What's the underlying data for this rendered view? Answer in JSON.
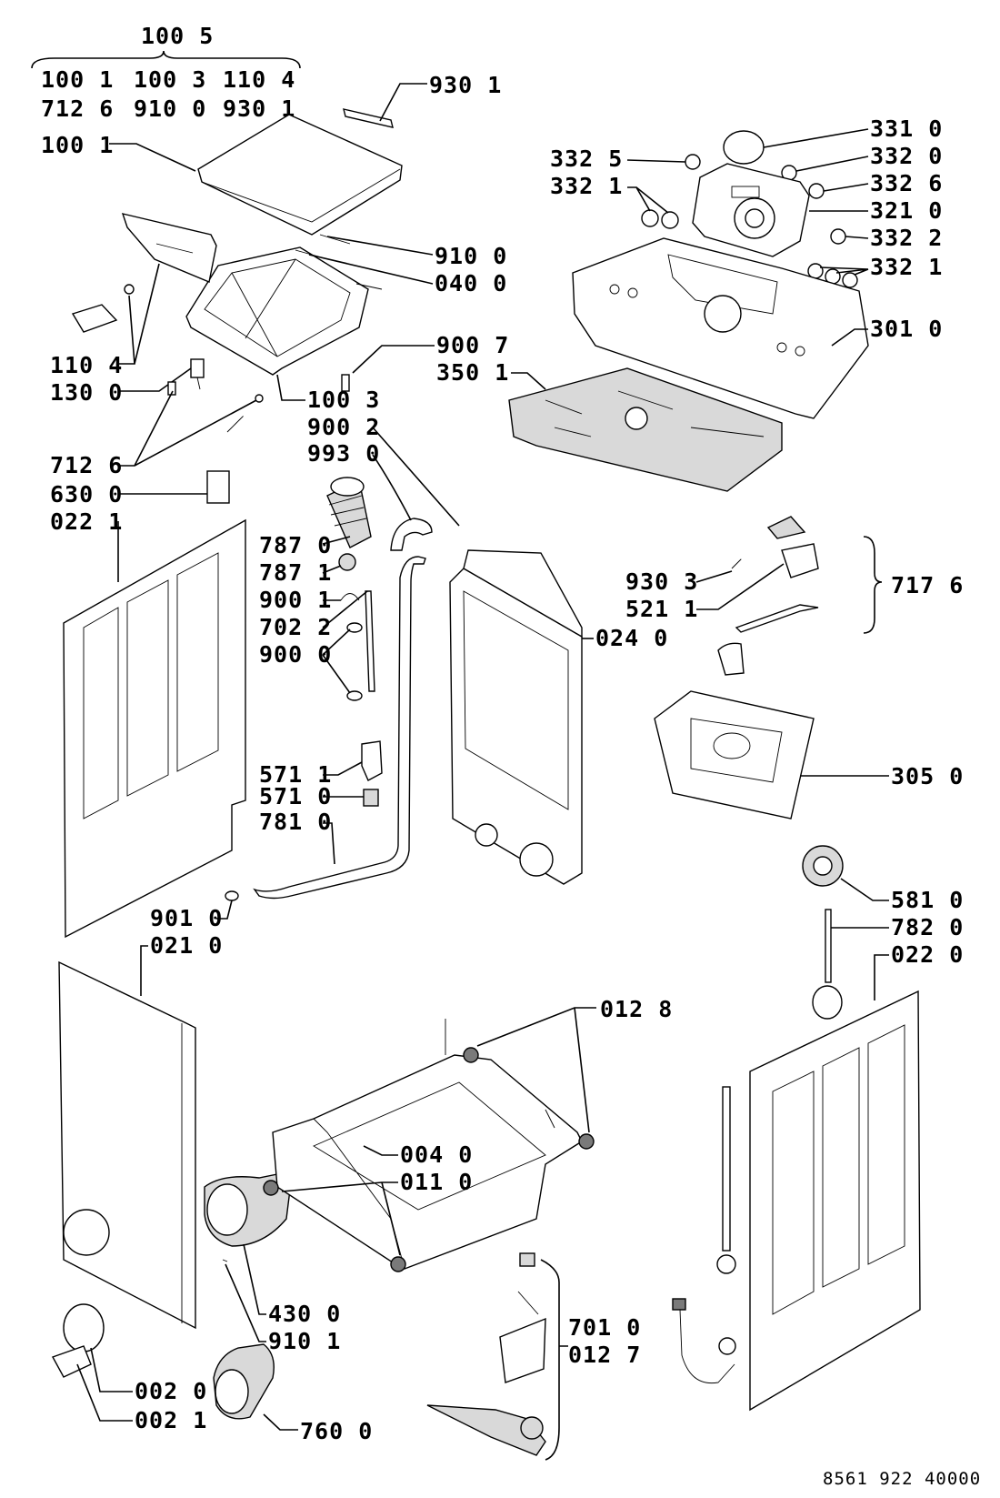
{
  "labels": {
    "top_group": "100 5",
    "group_row1_a": "100 1",
    "group_row1_b": "100 3",
    "group_row1_c": "110 4",
    "group_row2_a": "712 6",
    "group_row2_b": "910 0",
    "group_row2_c": "930 1",
    "lid_strip": "930 1",
    "lid": "100 1",
    "lid_fasteners": "910 0",
    "lid_pins": "040 0",
    "front_trim": "110 4",
    "hinge": "130 0",
    "frame_top": "100 3",
    "spring": "712 6",
    "small_block": "630 0",
    "left_panel": "022 1",
    "clamp_a": "900 2",
    "pipe_bend": "993 0",
    "bellows": "787 0",
    "bellows_grid": "787 1",
    "clip": "900 1",
    "tube": "702 2",
    "clamps": "900 0",
    "valve_cover": "571 1",
    "valve": "571 0",
    "drain_hose": "781 0",
    "hose_clamp": "901 0",
    "front_panel": "021 0",
    "knob": "331 0",
    "knob_cap_a": "332 5",
    "knob_cap_b": "332 0",
    "knob_cap_c": "332 1",
    "knob_cap_d": "332 6",
    "panel_face": "321 0",
    "knob_cap_e": "332 2",
    "knob_cap_f": "332 1",
    "console": "301 0",
    "screw_pin": "900 7",
    "electronic_board": "350 1",
    "back_frame": "024 0",
    "lock_spring": "930 3",
    "lock_lever": "521 1",
    "lock_group": "717 6",
    "label_sticker": "305 0",
    "wheel": "581 0",
    "axle": "782 0",
    "right_panel": "022 0",
    "feet_a": "012 8",
    "base_frame": "004 0",
    "feet_b": "011 0",
    "pump": "430 0",
    "pump_screw": "910 1",
    "filter_cap": "002 0",
    "filter_door": "002 1",
    "filter": "760 0",
    "wheel_kit": "701 0",
    "wheel_kit_b": "012 7",
    "footer_code": "8561 922 40000"
  }
}
